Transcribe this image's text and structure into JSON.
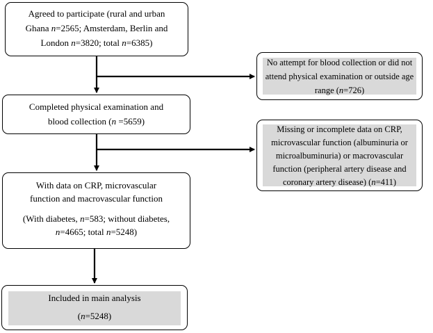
{
  "boxes": {
    "agreed": {
      "line1": "Agreed to participate (rural and urban",
      "line2_a": "Ghana ",
      "line2_n": "n",
      "line2_b": "=2565; Amsterdam, Berlin and",
      "line3_a": "London ",
      "line3_n": "n",
      "line3_b": "=3820; total ",
      "line3_n2": "n",
      "line3_c": "=6385)"
    },
    "no_attempt": {
      "line1": "No attempt for blood collection or did not",
      "line2": "attend physical examination or outside age",
      "line3_a": "range (",
      "line3_n": "n",
      "line3_b": "=726)"
    },
    "completed": {
      "line1": "Completed physical examination and",
      "line2_a": "blood collection (",
      "line2_n": "n",
      "line2_b": " =5659)"
    },
    "missing": {
      "line1": "Missing or incomplete data on CRP,",
      "line2": "microvascular function (albuminuria or",
      "line3": "microalbuminuria) or macrovascular",
      "line4": "function (peripheral artery disease and",
      "line5_a": "coronary artery disease) (",
      "line5_n": "n",
      "line5_b": "=411)"
    },
    "with_data": {
      "line1": "With data on CRP, microvascular",
      "line2": "function and macrovascular function",
      "line3_a": "(With diabetes, ",
      "line3_n": "n",
      "line3_b": "=583; without diabetes,",
      "line4_n": "n",
      "line4_a": "=4665; total ",
      "line4_n2": "n",
      "line4_b": "=5248)"
    },
    "included": {
      "line1": "Included in main analysis",
      "line2_a": "(",
      "line2_n": "n",
      "line2_b": "=5248)"
    }
  },
  "colors": {
    "border": "#000000",
    "shade": "#d9d9d9",
    "background": "#ffffff"
  }
}
